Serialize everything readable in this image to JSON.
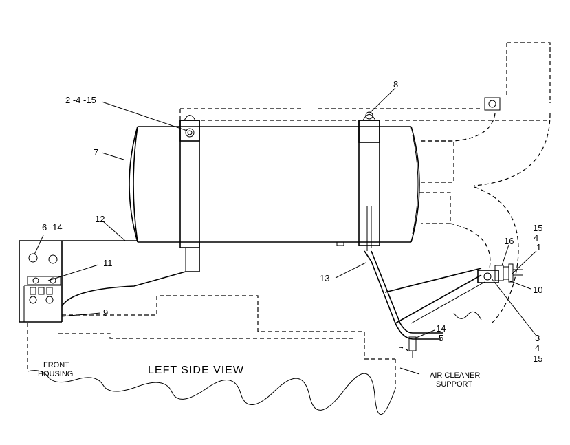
{
  "callouts": {
    "c_2_4_15": "2 -4 -15",
    "c_8": "8",
    "c_7": "7",
    "c_12": "12",
    "c_6_14": "6 -14",
    "c_11": "11",
    "c_9": "9",
    "c_13": "13",
    "c_15_top": "15",
    "c_4_top": "4",
    "c_16": "16",
    "c_1": "1",
    "c_10": "10",
    "c_3_bottom": "3",
    "c_4_bottom": "4",
    "c_15_bottom": "15",
    "c_14": "14",
    "c_5": "5"
  },
  "labels": {
    "view_title": "LEFT  SIDE  VIEW",
    "front_housing_line1": "FRONT",
    "front_housing_line2": "HOUSING",
    "air_cleaner_line1": "AIR CLEANER",
    "air_cleaner_line2": "SUPPORT"
  }
}
